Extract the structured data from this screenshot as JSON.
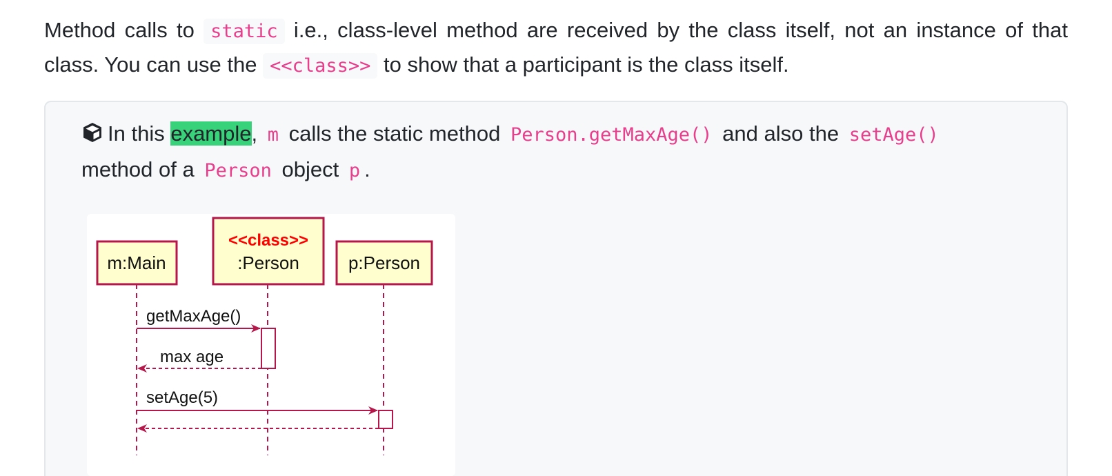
{
  "intro": {
    "part1": "Method calls to ",
    "code1": "static",
    "part2": " i.e., class-level method are received by the class itself, not an instance of that class. You can use the ",
    "code2": "<<class>>",
    "part3": " to show that a participant is the class itself."
  },
  "example": {
    "icon": "cube-icon",
    "text1": "In this ",
    "highlight": "example",
    "text2": ", ",
    "code_m": "m",
    "text3": " calls the static method ",
    "code_getmax": "Person.getMaxAge()",
    "text4": " and also the ",
    "code_setage": "setAge()",
    "text5": " method of a ",
    "code_person": "Person",
    "text6": " object ",
    "code_p": "p",
    "text7": "."
  },
  "diagram": {
    "participant_main": "m:Main",
    "participant_class_stereotype": "<<class>>",
    "participant_class_name": ":Person",
    "participant_instance": "p:Person",
    "msg_getmaxage": "getMaxAge()",
    "msg_maxage": "max age",
    "msg_setage": "setAge(5)",
    "colors": {
      "border": "#b5174b",
      "fill": "#fefece",
      "stereotype": "#ff0000",
      "arrow": "#b5174b"
    }
  }
}
